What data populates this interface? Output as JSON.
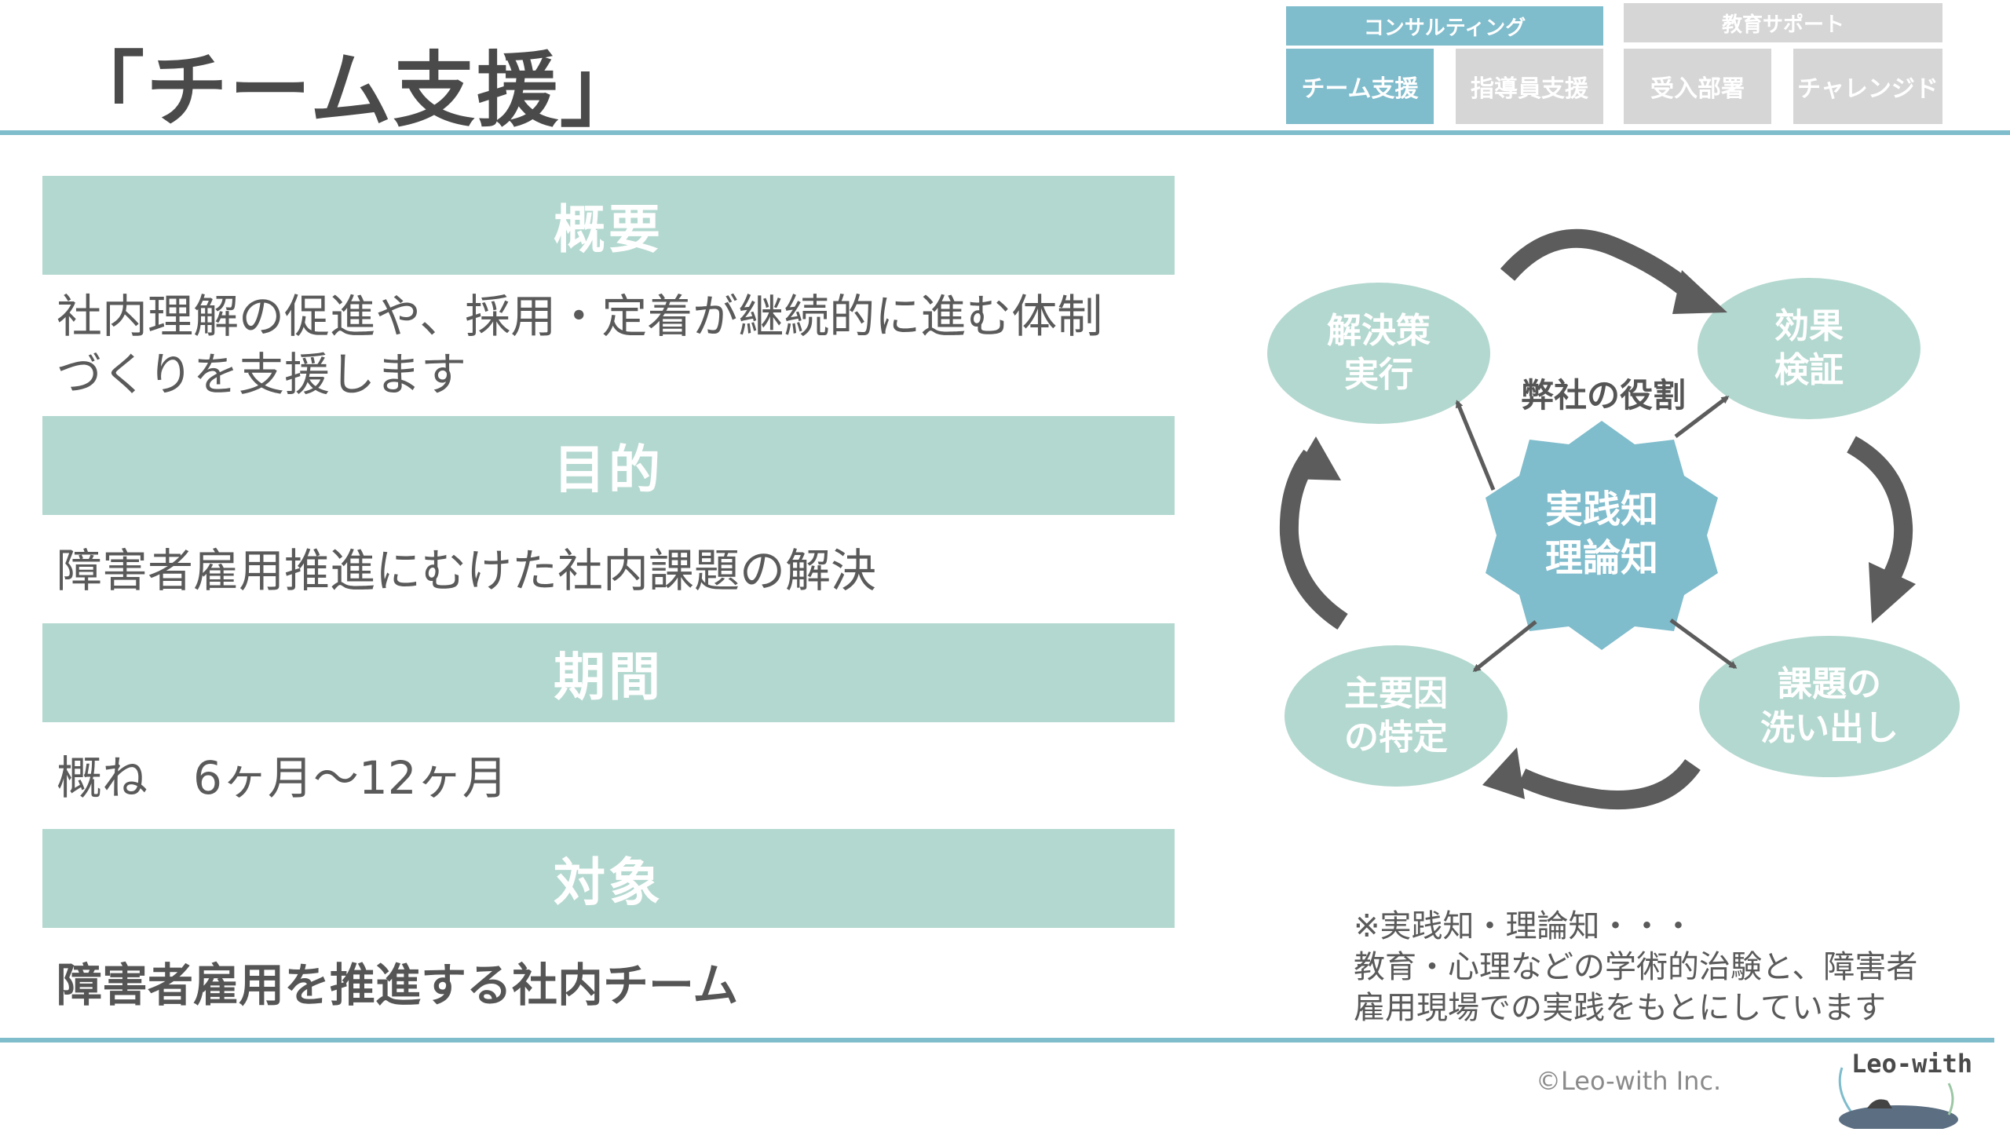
{
  "title": "「チーム支援」",
  "nav": {
    "consulting_label": "コンサルティング",
    "education_label": "教育サポート",
    "buttons": [
      "チーム支援",
      "指導員支援",
      "受入部署",
      "チャレンジド"
    ]
  },
  "sections": [
    {
      "heading": "概要",
      "body_line1": "社内理解の促進や、採用・定着が継続的に進む体制",
      "body_line2": "づくりを支援します"
    },
    {
      "heading": "目的",
      "body": "障害者雇用推進にむけた社内課題の解決"
    },
    {
      "heading": "期間",
      "body": "概ね　6ヶ月～12ヶ月"
    },
    {
      "heading": "対象",
      "body": "障害者雇用を推進する社内チーム"
    }
  ],
  "diagram": {
    "role_label": "弊社の役割",
    "center": {
      "line1": "実践知",
      "line2": "理論知"
    },
    "nodes": {
      "solution": {
        "line1": "解決策",
        "line2": "実行"
      },
      "effect": {
        "line1": "効果",
        "line2": "検証"
      },
      "issues": {
        "line1": "課題の",
        "line2": "洗い出し"
      },
      "cause": {
        "line1": "主要因",
        "line2": "の特定"
      }
    }
  },
  "note": {
    "line1": "※実践知・理論知・・・",
    "line2": "教育・心理などの学術的治験と、障害者",
    "line3": "雇用現場での実践をもとにしています"
  },
  "copyright": "©Leo-with Inc.",
  "logo_text": "Leo-with",
  "colors": {
    "accent": "#7fbccc",
    "band": "#b3d8cf",
    "arrow": "#5c5c5c",
    "inactive": "#d6d6d6"
  }
}
